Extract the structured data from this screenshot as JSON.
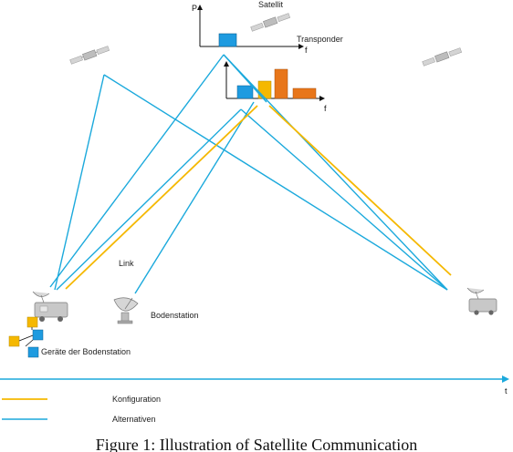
{
  "colors": {
    "configuration": "#f5b800",
    "alternatives": "#1ba9dc",
    "blue_box": "#1e9be0",
    "orange_bar": "#e8761a",
    "yellow_box": "#f5b800",
    "device_gray": "#9a9a9a"
  },
  "labels": {
    "satellite": "Satellit",
    "transponder": "Transponder",
    "axis_p": "P",
    "axis_f_top": "f",
    "axis_f_mid": "f",
    "link": "Link",
    "ground_station": "Bodenstation",
    "ground_devices": "Geräte der Bodenstation",
    "time_axis": "t"
  },
  "legend": [
    {
      "label": "Konfiguration",
      "color_key": "configuration"
    },
    {
      "label": "Alternativen",
      "color_key": "alternatives"
    }
  ],
  "caption": "Figure 1: Illustration of Satellite Communication",
  "icons": {
    "satellites": [
      "satellite-icon",
      "satellite-icon",
      "satellite-icon"
    ],
    "ground_antennas": [
      "satellite-dish-icon",
      "satellite-dish-icon",
      "satellite-dish-icon"
    ]
  }
}
